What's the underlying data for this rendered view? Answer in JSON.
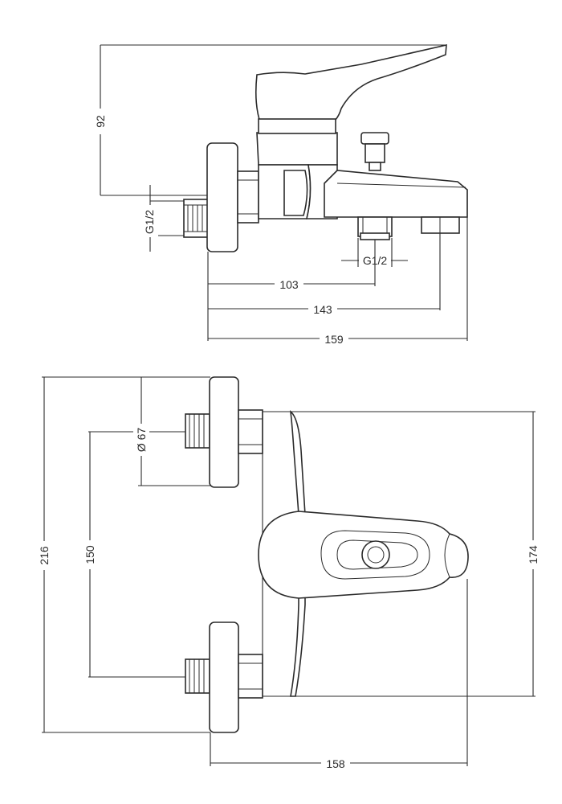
{
  "side_view": {
    "dim_height": "92",
    "dim_thread_left": "G1/2",
    "dim_thread_bottom": "G1/2",
    "dim_103": "103",
    "dim_143": "143",
    "dim_159": "159"
  },
  "top_view": {
    "dim_216": "216",
    "dim_150": "150",
    "dim_diameter": "Ø 67",
    "dim_174": "174",
    "dim_158": "158"
  }
}
